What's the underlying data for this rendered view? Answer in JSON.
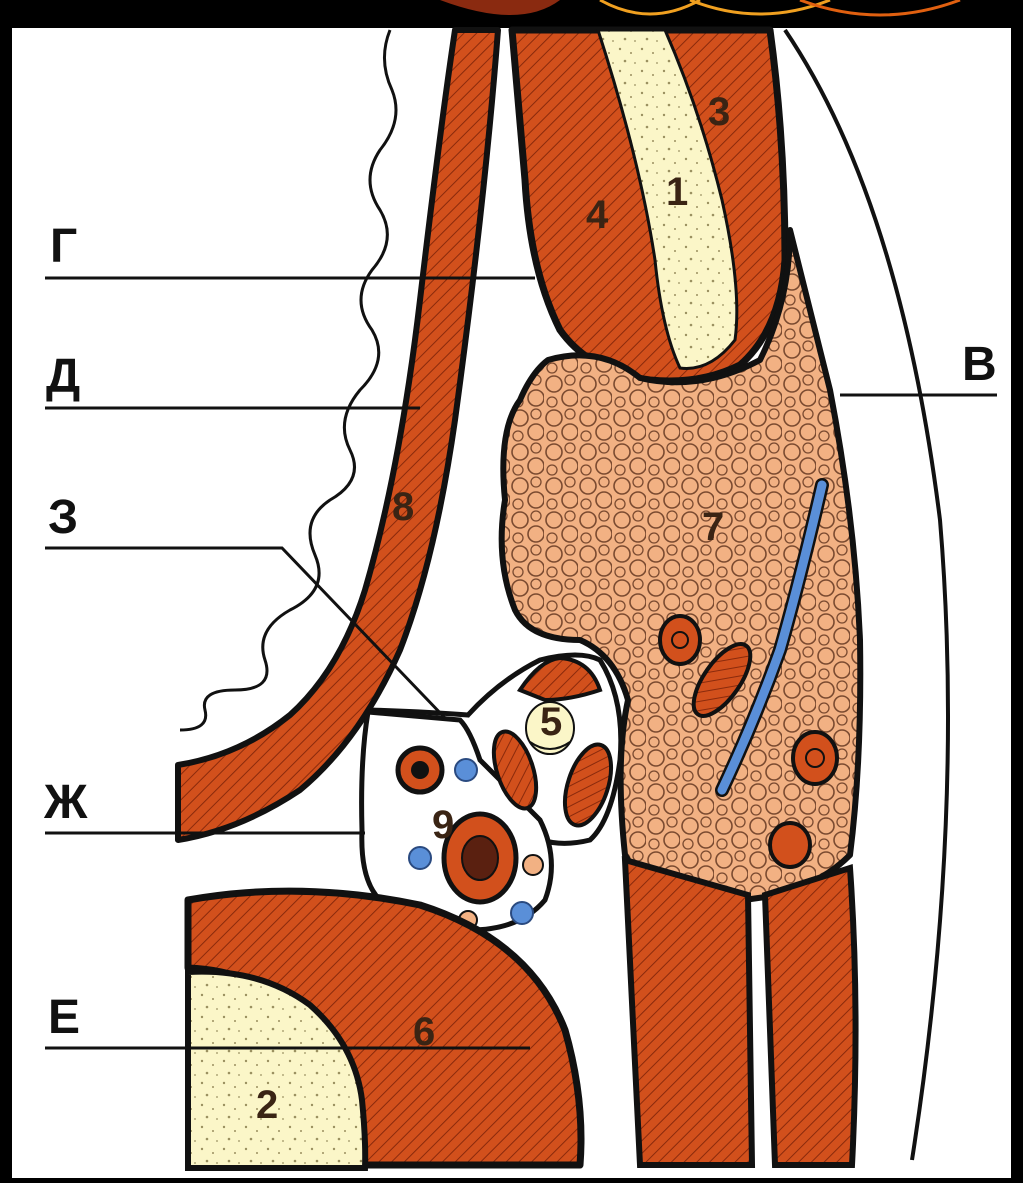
{
  "letters": {
    "g": "Г",
    "d": "Д",
    "z": "З",
    "zh": "Ж",
    "e": "Е",
    "v": "В"
  },
  "numbers": {
    "n1": "1",
    "n2": "2",
    "n3": "3",
    "n4": "4",
    "n5": "5",
    "n6": "6",
    "n7": "7",
    "n8": "8",
    "n9": "9"
  },
  "colors": {
    "frame": "#000000",
    "paper": "#ffffff",
    "muscle": "#d2501c",
    "bone": "#fbf6c8",
    "fat": "#f2b183",
    "vein": "#5a8fd8",
    "outline": "#111111"
  }
}
